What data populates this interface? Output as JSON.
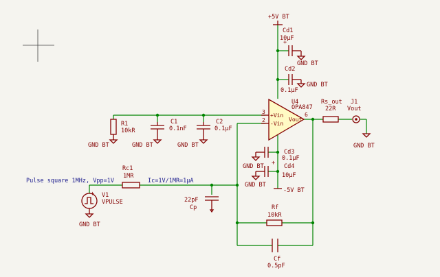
{
  "sheet": {
    "background": "#f5f4ef",
    "wire_color": "#008400",
    "component_color": "#840000",
    "net_label_color": "#1a1a8c"
  },
  "opamp": {
    "ref": "U4",
    "value": "OPA847",
    "pin_plus": "+Vin",
    "pin_minus": "-Vin",
    "pin_out": "Vout",
    "pin3": "3",
    "pin2": "2",
    "pin6": "6",
    "fill": "#fffac4"
  },
  "supply": {
    "pos": "+5V BT",
    "neg": "-5V BT"
  },
  "cd1": {
    "ref": "Cd1",
    "value": "10µF",
    "plus": "+"
  },
  "cd2": {
    "ref": "Cd2",
    "value": "0.1µF"
  },
  "cd3": {
    "ref": "Cd3",
    "value": "0.1µF"
  },
  "cd4": {
    "ref": "Cd4",
    "value": "10µF",
    "plus": "+"
  },
  "r1": {
    "ref": "R1",
    "value": "10kR"
  },
  "c1": {
    "ref": "C1",
    "value": "0.1nF"
  },
  "c2": {
    "ref": "C2",
    "value": "0.1µF"
  },
  "rs_out": {
    "ref": "Rs_out",
    "value": "22R"
  },
  "j1": {
    "ref": "J1",
    "value": "Vout"
  },
  "rc1": {
    "ref": "Rc1",
    "value": "1MR"
  },
  "cp": {
    "ref": "Cp",
    "value": "22pF"
  },
  "rf": {
    "ref": "Rf",
    "value": "10kR"
  },
  "cf": {
    "ref": "Cf",
    "value": "0.5pF"
  },
  "v1": {
    "ref": "V1",
    "value": "VPULSE",
    "plus": "+"
  },
  "gnd": {
    "label": "GND BT"
  },
  "notes": {
    "pulse": "Pulse square 1MHz, Vpp=1V",
    "current": "Ic=1V/1MR=1µA"
  }
}
